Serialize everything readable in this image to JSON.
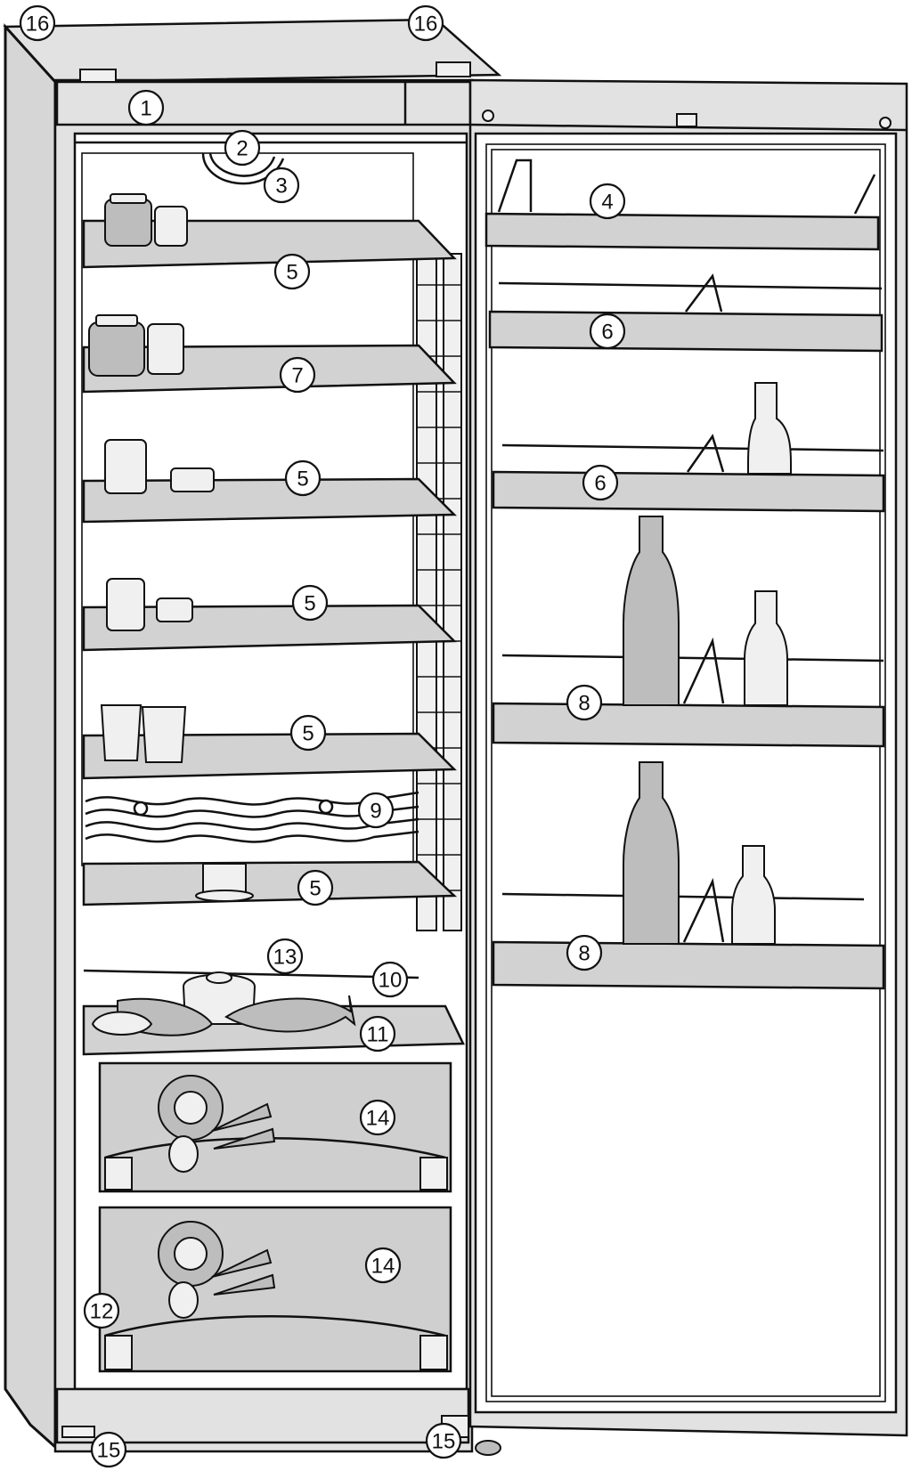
{
  "callouts": [
    {
      "id": "c16a",
      "label": "16"
    },
    {
      "id": "c16b",
      "label": "16"
    },
    {
      "id": "c1",
      "label": "1"
    },
    {
      "id": "c2",
      "label": "2"
    },
    {
      "id": "c3",
      "label": "3"
    },
    {
      "id": "c4",
      "label": "4"
    },
    {
      "id": "c5a",
      "label": "5"
    },
    {
      "id": "c6a",
      "label": "6"
    },
    {
      "id": "c7",
      "label": "7"
    },
    {
      "id": "c5b",
      "label": "5"
    },
    {
      "id": "c6b",
      "label": "6"
    },
    {
      "id": "c5c",
      "label": "5"
    },
    {
      "id": "c8a",
      "label": "8"
    },
    {
      "id": "c5d",
      "label": "5"
    },
    {
      "id": "c9",
      "label": "9"
    },
    {
      "id": "c5e",
      "label": "5"
    },
    {
      "id": "c8b",
      "label": "8"
    },
    {
      "id": "c13",
      "label": "13"
    },
    {
      "id": "c10",
      "label": "10"
    },
    {
      "id": "c11",
      "label": "11"
    },
    {
      "id": "c14a",
      "label": "14"
    },
    {
      "id": "c14b",
      "label": "14"
    },
    {
      "id": "c12",
      "label": "12"
    },
    {
      "id": "c15a",
      "label": "15"
    },
    {
      "id": "c15b",
      "label": "15"
    }
  ]
}
